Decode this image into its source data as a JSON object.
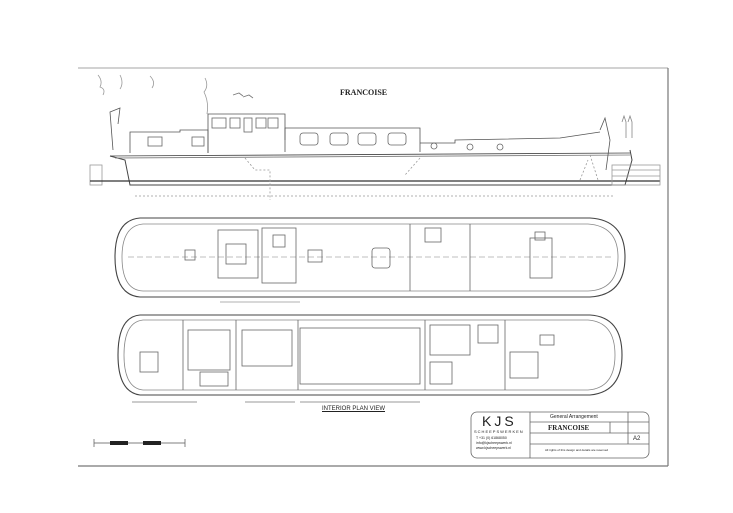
{
  "drawing": {
    "title": "FRANCOISE",
    "interior_label": "INTERIOR PLAN VIEW"
  },
  "title_block": {
    "company": "KJS",
    "company_sub": "SCHEEPSWERKEN",
    "contact_lines": [
      "T +31 (0) 61868050",
      "info@kjscheepswerk.nl",
      "www.kjscheepswerk.nl"
    ],
    "heading": "General Arrangement",
    "vessel_name": "FRANCOISE",
    "sheet_size": "A2",
    "rights_note": "All rights of this design and details are reserved"
  },
  "colors": {
    "line": "#555555",
    "paper": "#ffffff"
  }
}
